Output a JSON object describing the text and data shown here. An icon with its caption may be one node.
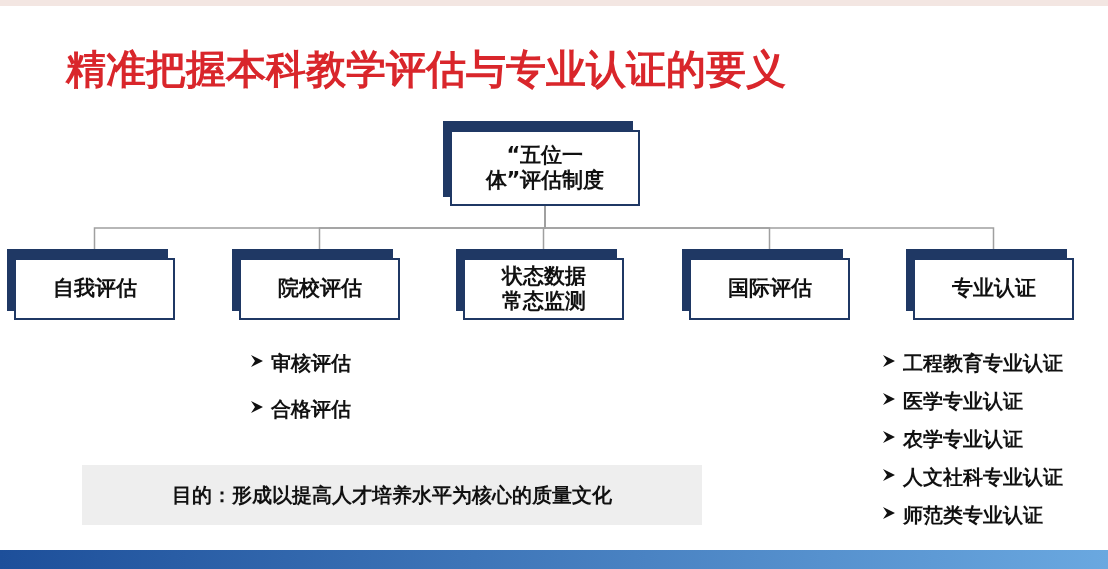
{
  "diagram": {
    "title": "精准把握本科教学评估与专业认证的要义",
    "nodes": [
      {
        "text": [
          "“五位一体”评估制度"
        ]
      },
      {
        "text": [
          "自我评估"
        ]
      },
      {
        "text": [
          "院校评估"
        ],
        "beside": [
          "审核评估",
          "合格评估"
        ]
      },
      {
        "text": [
          "状态数据常态监测"
        ]
      },
      {
        "text": [
          "国际评估"
        ]
      },
      {
        "text": [
          "专业认证"
        ],
        "beside": [
          "工程教育专业认证",
          "医学专业认证",
          "农学专业认证",
          "人文社科专业认证",
          "师范类专业认证"
        ]
      },
      {
        "text": [
          "目的：形成以提高人才培养水平为核心的质量文化"
        ]
      }
    ],
    "edges": [
      {
        "from": 0,
        "to": 1,
        "arrow": "none"
      },
      {
        "from": 0,
        "to": 2,
        "arrow": "none"
      },
      {
        "from": 0,
        "to": 3,
        "arrow": "none"
      },
      {
        "from": 0,
        "to": 4,
        "arrow": "none"
      },
      {
        "from": 0,
        "to": 5,
        "arrow": "none"
      }
    ]
  }
}
